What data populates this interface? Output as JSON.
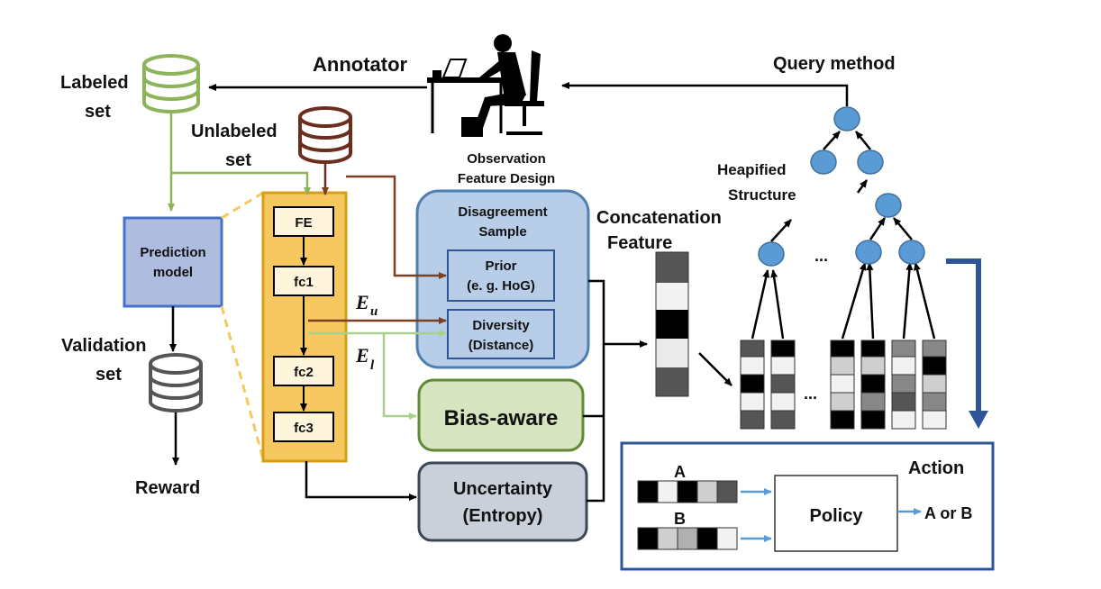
{
  "labels": {
    "annotator": "Annotator",
    "labeled_set": [
      "Labeled",
      "set"
    ],
    "unlabeled_set": [
      "Unlabeled",
      "set"
    ],
    "validation_set": [
      "Validation",
      "set"
    ],
    "reward": "Reward",
    "prediction_model": [
      "Prediction",
      "model"
    ],
    "observation": [
      "Observation",
      "Feature Design"
    ],
    "query_method": "Query method",
    "heapified": [
      "Heapified",
      "Structure"
    ],
    "concatenation": [
      "Concatenation",
      "Feature"
    ],
    "disagreement": [
      "Disagreement",
      "Sample"
    ],
    "prior": [
      "Prior",
      "(e. g. HoG)"
    ],
    "diversity": [
      "Diversity",
      "(Distance)"
    ],
    "bias_aware": "Bias-aware",
    "uncertainty": [
      "Uncertainty",
      "(Entropy)"
    ],
    "action": "Action",
    "policy": "Policy",
    "a_or_b": "A or B",
    "a": "A",
    "b": "B",
    "ellipsis": "...",
    "eu": "E",
    "eu_sub": "u",
    "el": "E",
    "el_sub": "l"
  },
  "network_layers": [
    "FE",
    "fc1",
    "fc2",
    "fc3"
  ],
  "colors": {
    "labeled_green": "#8db45a",
    "unlabeled_brown": "#6b2d1e",
    "validation_gray": "#555555",
    "prediction_fill": "#aebcdf",
    "prediction_border": "#4472c4",
    "network_fill": "#f6c85f",
    "network_border": "#d4a017",
    "disagreement_fill": "#b7cde8",
    "disagreement_border": "#4d7fb0",
    "bias_fill": "#d6e4bf",
    "bias_border": "#5f8a35",
    "uncertainty_fill": "#c9d0da",
    "uncertainty_border": "#3b4656",
    "tree_node": "#5b9bd5",
    "big_arrow": "#2f5597"
  },
  "icons": {
    "labeled_db": "database-icon",
    "unlabeled_db": "database-icon",
    "validation_db": "database-icon",
    "annotator": "person-at-desk-icon"
  }
}
